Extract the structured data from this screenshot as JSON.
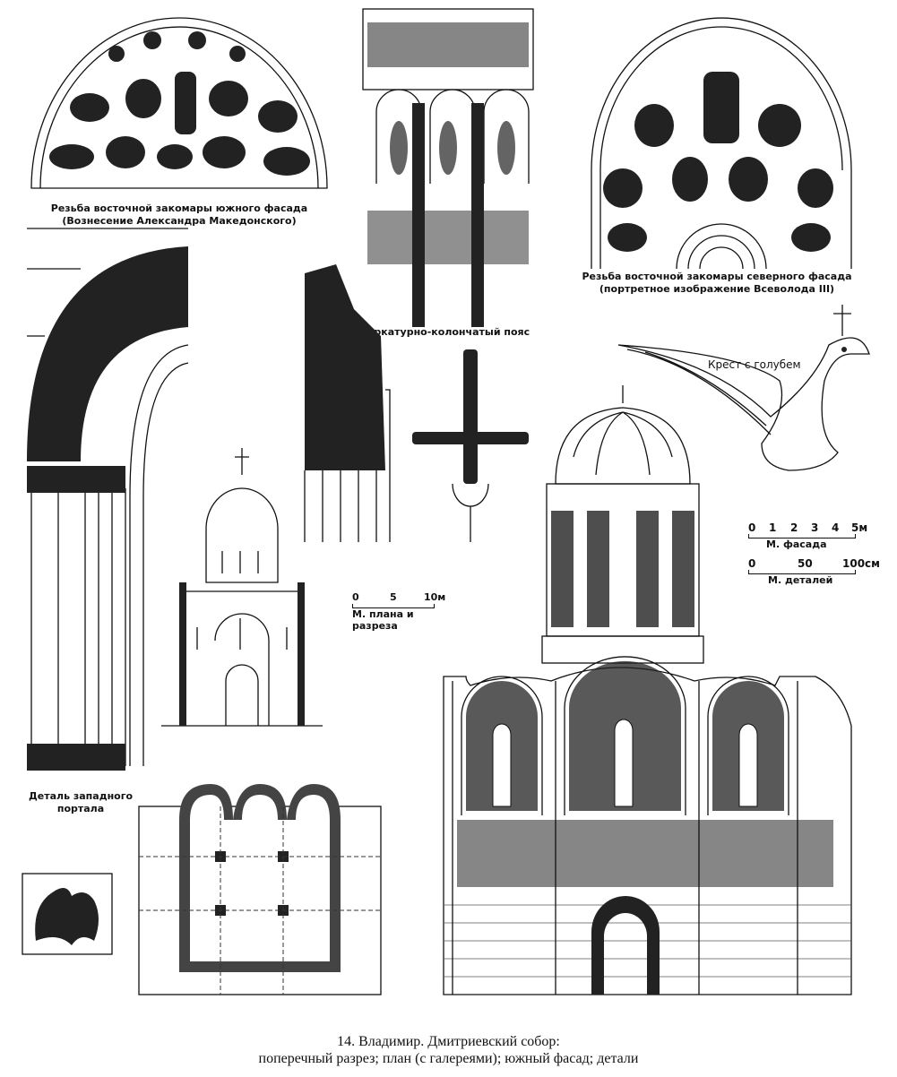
{
  "labels": {
    "south_zakomara": [
      "Резьба восточной закомары южного фасада",
      "(Вознесение Александра Македонского)"
    ],
    "arcade_belt": "Аркатурно-колончатый пояс",
    "north_zakomara": [
      "Резьба восточной закомары северного фасада",
      "(портретное изображение Всеволода III)"
    ],
    "dove_cross": "Крест с голубем",
    "west_portal": [
      "Деталь западного",
      "портала"
    ]
  },
  "scales": {
    "plan": {
      "ticks": [
        "0",
        "5",
        "10м"
      ],
      "label": "М. плана и разреза"
    },
    "facade": {
      "ticks": [
        "0",
        "1",
        "2",
        "3",
        "4",
        "5м"
      ],
      "label": "М. фасада"
    },
    "details": {
      "ticks": [
        "0",
        "50",
        "100см"
      ],
      "label": "М. деталей"
    }
  },
  "caption": {
    "line1": "14. Владимир. Дмитриевский собор:",
    "line2": "поперечный разрез; план (с галереями); южный  фасад; детали"
  }
}
